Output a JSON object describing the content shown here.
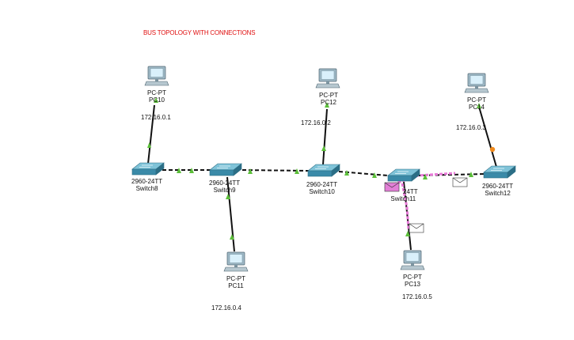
{
  "title": "BUS TOPOLOGY WITH CONNECTIONS",
  "switches": [
    {
      "model": "2960-24TT",
      "name": "Switch8"
    },
    {
      "model": "2960-24TT",
      "name": "Switch9"
    },
    {
      "model": "2960-24TT",
      "name": "Switch10"
    },
    {
      "model": "24TT",
      "name": "Switch11"
    },
    {
      "model": "2960-24TT",
      "name": "Switch12"
    }
  ],
  "pcs": [
    {
      "type": "PC-PT",
      "name": "PC10",
      "ip": "172.16.0.1"
    },
    {
      "type": "PC-PT",
      "name": "PC12",
      "ip": "172.16.0.2"
    },
    {
      "type": "PC-PT",
      "name": "PC14",
      "ip": "172.16.0.3"
    },
    {
      "type": "PC-PT",
      "name": "PC11",
      "ip": "172.16.0.4"
    },
    {
      "type": "PC-PT",
      "name": "PC13",
      "ip": "172.16.0.5"
    }
  ],
  "colors": {
    "title": "#e01010",
    "link": "#111111",
    "link_up": "#5cbf3a",
    "link_pending": "#f08a1c",
    "traffic_path": "#e87ad8",
    "device": "#3a8aa8"
  },
  "icons": {
    "switch": "switch-icon",
    "pc": "pc-icon",
    "pdu": "envelope-icon"
  }
}
